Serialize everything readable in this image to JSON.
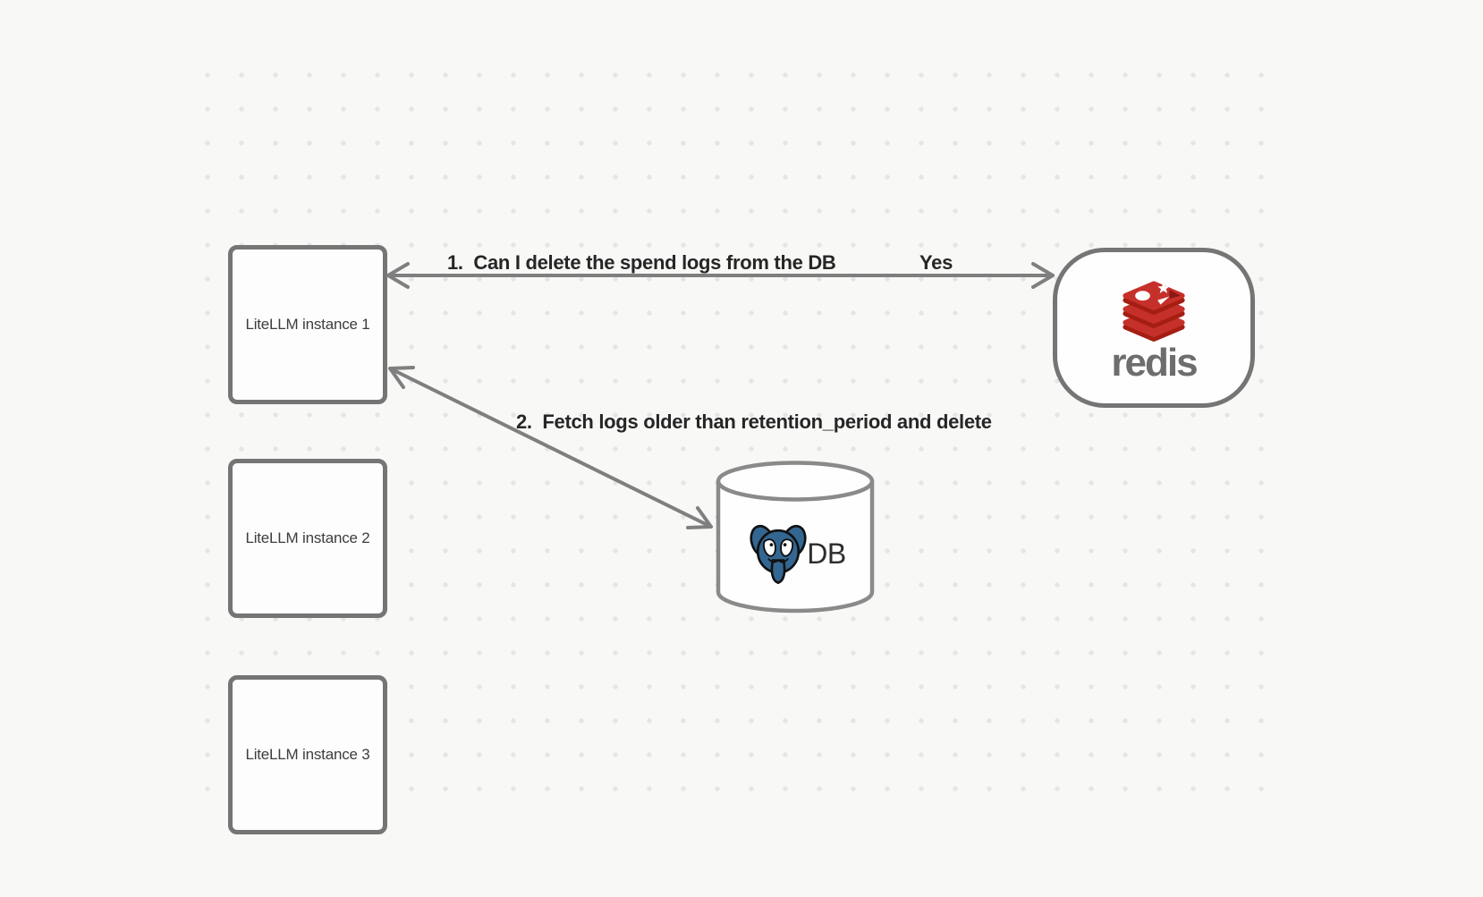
{
  "nodes": {
    "instances": [
      {
        "label": "LiteLLM instance 1"
      },
      {
        "label": "LiteLLM instance 2"
      },
      {
        "label": "LiteLLM instance 3"
      }
    ],
    "redis": {
      "wordmark": "redis"
    },
    "db": {
      "label": "DB"
    }
  },
  "arrows": [
    {
      "label": "1.  Can I delete the spend logs from the DB",
      "answer": "Yes"
    },
    {
      "label": "2.  Fetch logs older than retention_period and delete"
    }
  ],
  "icons": {
    "redis_logo": "redis-stack-logo",
    "postgres_logo": "postgresql-elephant-logo"
  },
  "colors": {
    "background": "#f8f8f7",
    "dot": "#e5e5e5",
    "node_border": "#757575",
    "node_fill": "#fdfdfd",
    "arrow": "#7f7f7f",
    "label_text": "#262626",
    "node_text": "#3d3d3d",
    "redis_red": "#c6302b",
    "redis_dark_red": "#a41e11",
    "redis_wordmark": "#6d6d6d",
    "postgres_blue": "#336791",
    "db_text": "#2d2d2d",
    "cylinder_stroke": "#8a8a8a"
  }
}
